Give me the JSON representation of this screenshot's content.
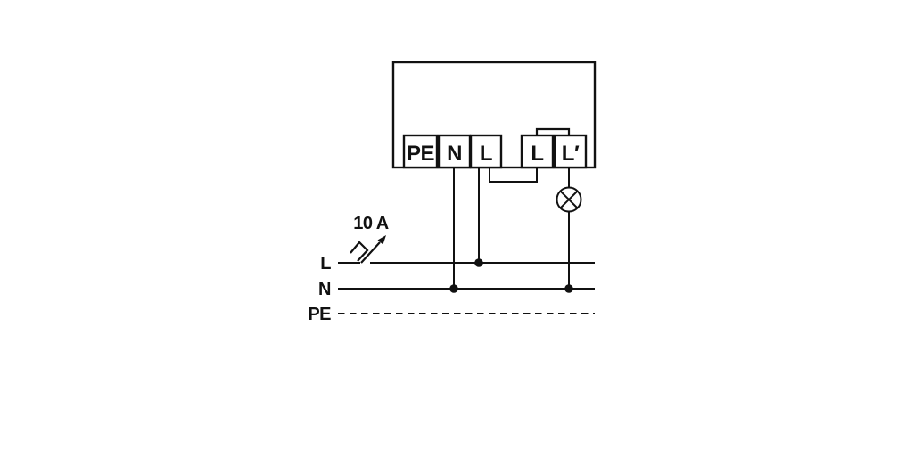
{
  "diagram": {
    "device": {
      "terminals": [
        {
          "label": "PE"
        },
        {
          "label": "N"
        },
        {
          "label": "L"
        },
        {
          "label": "L"
        },
        {
          "label": "L′"
        }
      ]
    },
    "breaker": {
      "rating_label": "10 A"
    },
    "bus_lines": [
      {
        "label": "L",
        "style": "solid"
      },
      {
        "label": "N",
        "style": "solid"
      },
      {
        "label": "PE",
        "style": "dashed"
      }
    ],
    "icons": {
      "lamp": "lamp-icon",
      "breaker": "circuit-breaker-icon"
    },
    "colors": {
      "line": "#111111",
      "background": "#ffffff"
    }
  }
}
